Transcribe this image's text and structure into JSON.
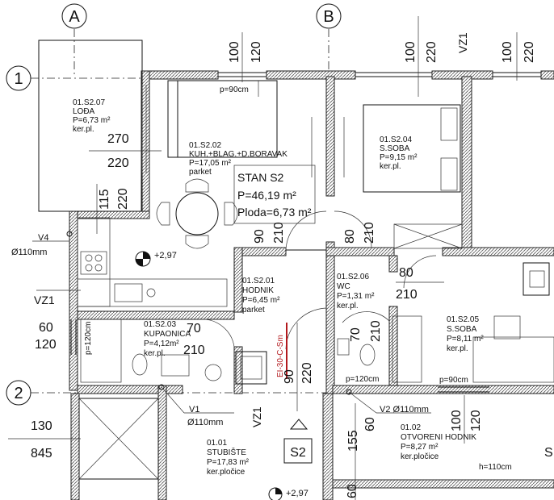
{
  "axes": {
    "a": "A",
    "b": "B",
    "r1": "1",
    "r2": "2"
  },
  "apartment": {
    "name": "STAN S2",
    "area": "P=46,19 m²",
    "loggia": "Ploda=6,73 m²"
  },
  "rooms": {
    "loggia": {
      "code": "01.S2.07",
      "name": "LOĐA",
      "area": "P=6,73 m²",
      "finish": "ker.pl."
    },
    "kitchen": {
      "code": "01.S2.02",
      "name": "KUH.+BLAG.+D.BORAVAK",
      "area": "P=17,05 m²",
      "finish": "parket"
    },
    "bedroom1": {
      "code": "01.S2.04",
      "name": "S.SOBA",
      "area": "P=9,15 m²",
      "finish": "ker.pl."
    },
    "hall": {
      "code": "01.S2.01",
      "name": "HODNIK",
      "area": "P=6,45 m²",
      "finish": "parket"
    },
    "wc": {
      "code": "01.S2.06",
      "name": "WC",
      "area": "P=1,31 m²",
      "finish": "ker.pl."
    },
    "bath": {
      "code": "01.S2.03",
      "name": "KUPAONICA",
      "area": "P=4,12m²",
      "finish": "ker.pl."
    },
    "bedroom2": {
      "code": "01.S2.05",
      "name": "S.SOBA",
      "area": "P=8,11 m²",
      "finish": "ker.pl."
    },
    "stair": {
      "code": "01.01",
      "name": "STUBIŠTE",
      "area": "P=17,83 m²",
      "finish": "ker.pločice"
    },
    "corridor": {
      "code": "01.02",
      "name": "OTVORENI HODNIK",
      "area": "P=8,27 m²",
      "finish": "ker.pločice"
    }
  },
  "dims": {
    "d100a": "100",
    "d120a": "120",
    "d100b": "100",
    "d220b": "220",
    "d100c": "100",
    "d220c": "220",
    "d270": "270",
    "d220l": "220",
    "d115": "115",
    "d220v": "220",
    "d90": "90",
    "d210": "210",
    "d80v": "80",
    "d210v": "210",
    "d80h": "80",
    "d210h": "210",
    "d70": "70",
    "d210b": "210",
    "d70v": "70",
    "d210w": "210",
    "d90d": "90",
    "d220d": "220",
    "d60": "60",
    "d120l": "120",
    "d130": "130",
    "d845": "845",
    "d155": "155",
    "d60b": "60",
    "d60c": "60",
    "d100e": "100",
    "d120e": "120"
  },
  "notes": {
    "p90": "p=90cm",
    "p90b": "p=90cm",
    "p120": "p=120cm",
    "p120b": "p=120cm",
    "h110": "h=110cm",
    "vz1a": "VZ1",
    "vz1b": "VZ1",
    "vz1c": "VZ1",
    "v4": "V4",
    "v4d": "Ø110mm",
    "v1": "V1",
    "v1d": "Ø110mm",
    "v2": "V2 Ø110mm",
    "lvl1": "+2,97",
    "lvl2": "+2,97",
    "ehcode": "EI-30-C-Sm",
    "stairtag": "S2",
    "edge": "S"
  },
  "colors": {
    "wall_hatch": "#555555",
    "fire_door": "#b3191d"
  }
}
